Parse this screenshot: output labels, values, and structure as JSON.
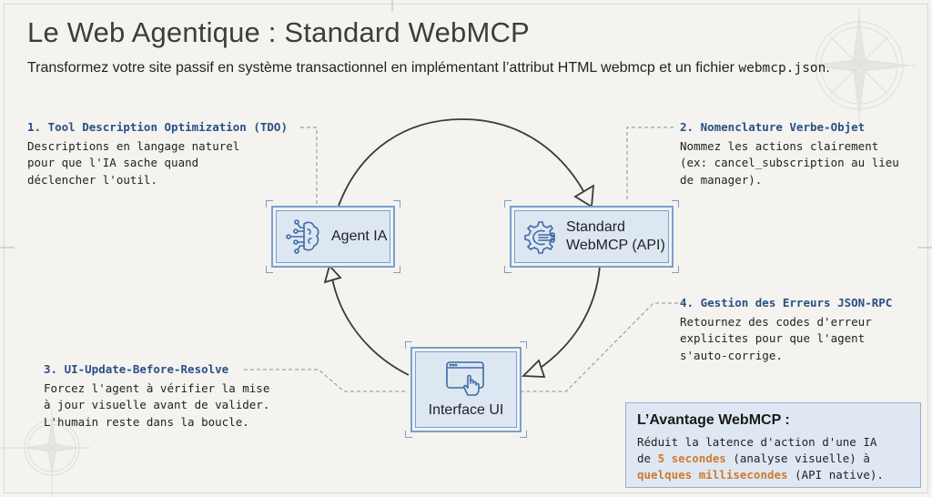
{
  "header": {
    "title": "Le Web Agentique : Standard WebMCP",
    "subtitle_prefix": "Transformez votre site passif en système transactionnel en implémentant l’attribut HTML webmcp et un fichier ",
    "subtitle_code": "webmcp.json",
    "subtitle_suffix": "."
  },
  "nodes": {
    "agent": {
      "label": "Agent IA",
      "icon": "brain-circuit-icon"
    },
    "standard": {
      "label_line1": "Standard",
      "label_line2": "WebMCP (API)",
      "icon": "gear-circuit-icon"
    },
    "interface": {
      "label": "Interface UI",
      "icon": "browser-hand-icon"
    }
  },
  "cycle": [
    {
      "from": "Agent IA",
      "to": "Standard WebMCP (API)"
    },
    {
      "from": "Standard WebMCP (API)",
      "to": "Interface UI"
    },
    {
      "from": "Interface UI",
      "to": "Agent IA"
    }
  ],
  "notes": [
    {
      "heading": "1. Tool Description Optimization (TDO)",
      "body": "Descriptions en langage naturel\npour que l'IA sache quand\ndéclencher l'outil."
    },
    {
      "heading": "2. Nomenclature Verbe-Objet",
      "body": "Nommez les actions clairement\n(ex: cancel_subscription au lieu\nde manager)."
    },
    {
      "heading": "3. UI-Update-Before-Resolve",
      "body": "Forcez l'agent à vérifier la mise\nà jour visuelle avant de valider.\nL'humain reste dans la boucle."
    },
    {
      "heading": "4. Gestion des Erreurs JSON-RPC",
      "body": "Retournez des codes d'erreur\nexplicites pour que l'agent\ns'auto-corrige."
    }
  ],
  "callout": {
    "title": "L’Avantage WebMCP :",
    "line1": "Réduit la latence d'action d'une IA",
    "line2_pre": "de ",
    "line2_hl": "5 secondes",
    "line2_post": " (analyse visuelle) à",
    "line3_hl": "quelques millisecondes",
    "line3_post": " (API native)."
  },
  "colors": {
    "background": "#f4f3ef",
    "heading_blue": "#2b4f86",
    "node_fill": "#dde7f2",
    "node_border": "#7d9fc7",
    "highlight_orange": "#d07a2c",
    "arrow": "#3a3a3a"
  }
}
